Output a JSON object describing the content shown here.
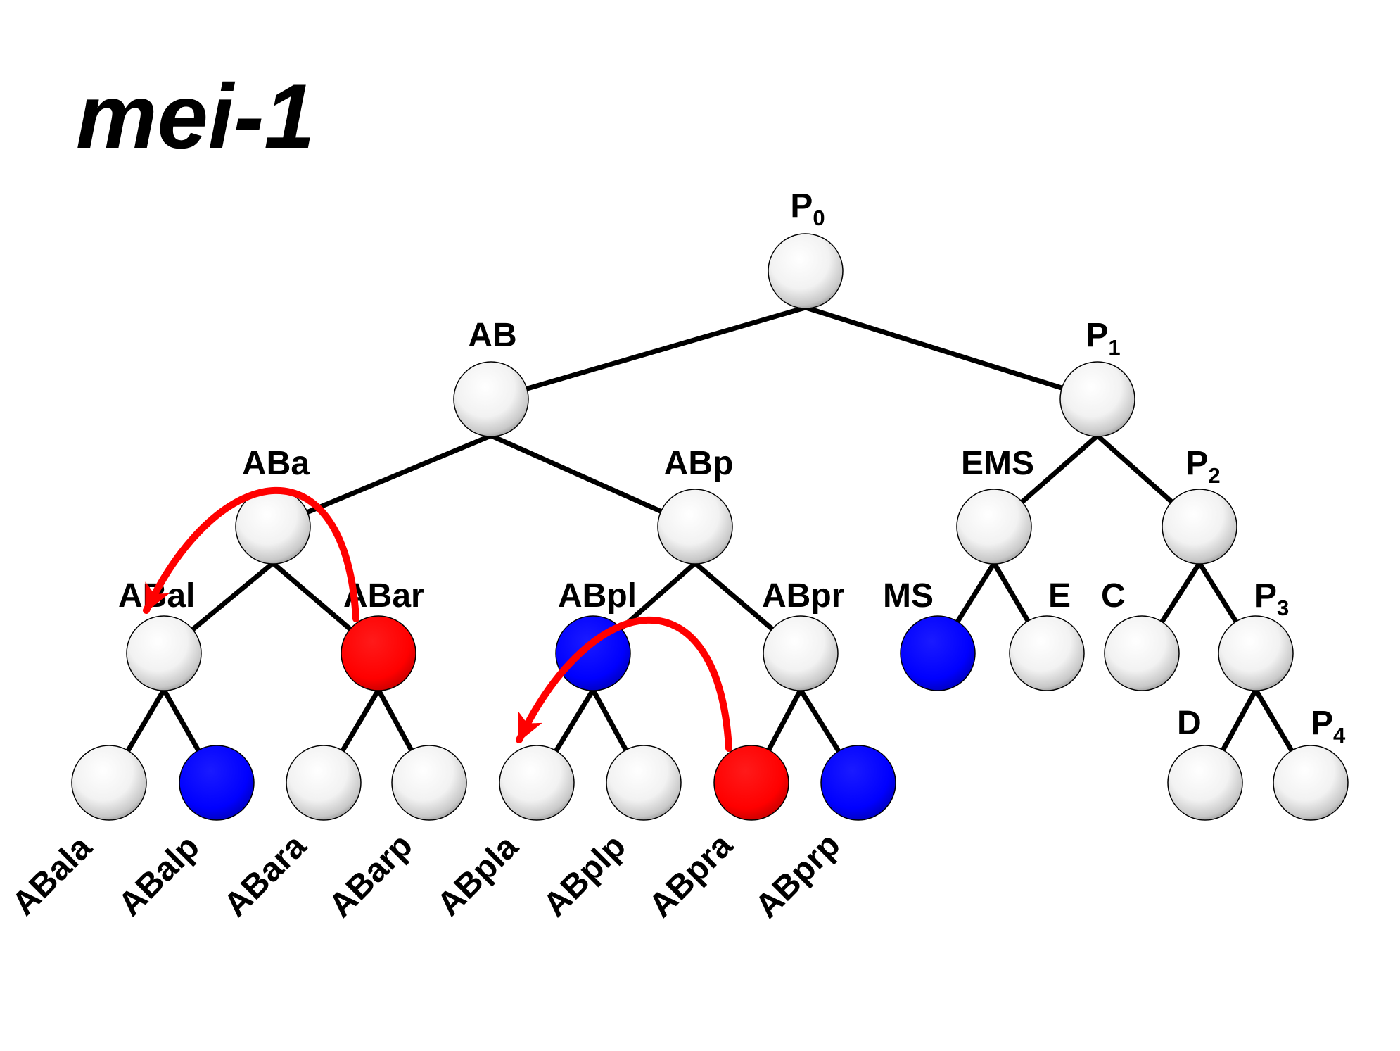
{
  "title": "mei-1",
  "colors": {
    "white": "#ffffff",
    "red": "#ff0000",
    "blue": "#0000ff",
    "line": "#000000",
    "arrow": "#ff0000"
  },
  "labels": {
    "P0": {
      "base": "P",
      "sub": "0"
    },
    "AB": {
      "base": "AB"
    },
    "P1": {
      "base": "P",
      "sub": "1"
    },
    "ABa": {
      "base": "ABa"
    },
    "ABp": {
      "base": "ABp"
    },
    "EMS": {
      "base": "EMS"
    },
    "P2": {
      "base": "P",
      "sub": "2"
    },
    "ABal": {
      "base": "ABal"
    },
    "ABar": {
      "base": "ABar"
    },
    "ABpl": {
      "base": "ABpl"
    },
    "ABpr": {
      "base": "ABpr"
    },
    "MS": {
      "base": "MS"
    },
    "E": {
      "base": "E"
    },
    "C": {
      "base": "C"
    },
    "P3": {
      "base": "P",
      "sub": "3"
    },
    "D": {
      "base": "D"
    },
    "P4": {
      "base": "P",
      "sub": "4"
    },
    "ABala": {
      "base": "ABala"
    },
    "ABalp": {
      "base": "ABalp"
    },
    "ABara": {
      "base": "ABara"
    },
    "ABarp": {
      "base": "ABarp"
    },
    "ABpla": {
      "base": "ABpla"
    },
    "ABplp": {
      "base": "ABplp"
    },
    "ABpra": {
      "base": "ABpra"
    },
    "ABprp": {
      "base": "ABprp"
    }
  },
  "nodes": [
    {
      "id": "P0",
      "color": "white",
      "parent": null
    },
    {
      "id": "AB",
      "color": "white",
      "parent": "P0"
    },
    {
      "id": "P1",
      "color": "white",
      "parent": "P0"
    },
    {
      "id": "ABa",
      "color": "white",
      "parent": "AB"
    },
    {
      "id": "ABp",
      "color": "white",
      "parent": "AB"
    },
    {
      "id": "EMS",
      "color": "white",
      "parent": "P1"
    },
    {
      "id": "P2",
      "color": "white",
      "parent": "P1"
    },
    {
      "id": "ABal",
      "color": "white",
      "parent": "ABa"
    },
    {
      "id": "ABar",
      "color": "red",
      "parent": "ABa"
    },
    {
      "id": "ABpl",
      "color": "blue",
      "parent": "ABp"
    },
    {
      "id": "ABpr",
      "color": "white",
      "parent": "ABp"
    },
    {
      "id": "MS",
      "color": "blue",
      "parent": "EMS"
    },
    {
      "id": "E",
      "color": "white",
      "parent": "EMS"
    },
    {
      "id": "C",
      "color": "white",
      "parent": "P2"
    },
    {
      "id": "P3",
      "color": "white",
      "parent": "P2"
    },
    {
      "id": "D",
      "color": "white",
      "parent": "P3"
    },
    {
      "id": "P4",
      "color": "white",
      "parent": "P3"
    },
    {
      "id": "ABala",
      "color": "white",
      "parent": "ABal"
    },
    {
      "id": "ABalp",
      "color": "blue",
      "parent": "ABal"
    },
    {
      "id": "ABara",
      "color": "white",
      "parent": "ABar"
    },
    {
      "id": "ABarp",
      "color": "white",
      "parent": "ABar"
    },
    {
      "id": "ABpla",
      "color": "white",
      "parent": "ABpl"
    },
    {
      "id": "ABplp",
      "color": "white",
      "parent": "ABpl"
    },
    {
      "id": "ABpra",
      "color": "red",
      "parent": "ABpr"
    },
    {
      "id": "ABprp",
      "color": "blue",
      "parent": "ABpr"
    }
  ],
  "arrows": [
    {
      "from": "ABar",
      "to": "ABal"
    },
    {
      "from": "ABpra",
      "to": "ABpla"
    }
  ]
}
